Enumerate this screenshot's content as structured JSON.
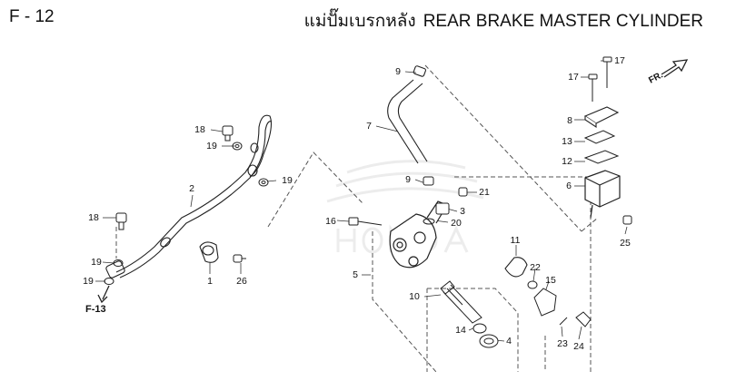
{
  "header": {
    "page_id": "F - 12",
    "title_thai": "แม่ปั๊มเบรกหลัง",
    "title_en": "REAR BRAKE MASTER CYLINDER"
  },
  "direction_label": "FR.",
  "reference_label": "F-13",
  "callouts": [
    {
      "id": "c9a",
      "num": "9"
    },
    {
      "id": "c7",
      "num": "7"
    },
    {
      "id": "c9b",
      "num": "9"
    },
    {
      "id": "c18a",
      "num": "18"
    },
    {
      "id": "c19a",
      "num": "19"
    },
    {
      "id": "c19b",
      "num": "19"
    },
    {
      "id": "c2",
      "num": "2"
    },
    {
      "id": "c18b",
      "num": "18"
    },
    {
      "id": "c19c",
      "num": "19"
    },
    {
      "id": "c19d",
      "num": "19"
    },
    {
      "id": "c1",
      "num": "1"
    },
    {
      "id": "c26",
      "num": "26"
    },
    {
      "id": "c16",
      "num": "16"
    },
    {
      "id": "c21",
      "num": "21"
    },
    {
      "id": "c3",
      "num": "3"
    },
    {
      "id": "c20",
      "num": "20"
    },
    {
      "id": "c5",
      "num": "5"
    },
    {
      "id": "c10",
      "num": "10"
    },
    {
      "id": "c14",
      "num": "14"
    },
    {
      "id": "c4",
      "num": "4"
    },
    {
      "id": "c11",
      "num": "11"
    },
    {
      "id": "c22",
      "num": "22"
    },
    {
      "id": "c15",
      "num": "15"
    },
    {
      "id": "c23",
      "num": "23"
    },
    {
      "id": "c24",
      "num": "24"
    },
    {
      "id": "c17a",
      "num": "17"
    },
    {
      "id": "c17b",
      "num": "17"
    },
    {
      "id": "c8",
      "num": "8"
    },
    {
      "id": "c13",
      "num": "13"
    },
    {
      "id": "c12",
      "num": "12"
    },
    {
      "id": "c6",
      "num": "6"
    },
    {
      "id": "c25",
      "num": "25"
    }
  ]
}
